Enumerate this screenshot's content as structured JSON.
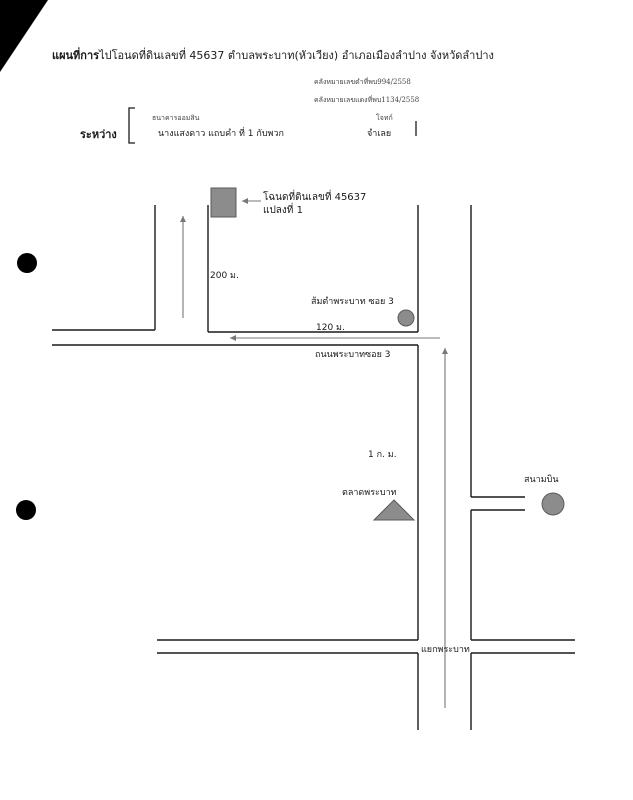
{
  "title": {
    "prefix": "แผนที่การ",
    "rest": "ไปโอนดที่ดินเลขที่ 45637  ตำบลพระบาท(หัวเวียง) อำเภอเมืองลำปาง  จังหวัดลำปาง"
  },
  "ref_numbers": {
    "line1": "คลังหมายเลขดำที่พบ994/2558",
    "line2": "คลังหมายเลขแดงที่พบ1134/2558"
  },
  "parties": {
    "between_label": "ระหว่าง",
    "bank_label": "ธนาคารออมสิน",
    "plaintiff_label": "โจทก์",
    "defendant": "นางแสงดาว  แถบคำ  ที่ 1 กับพวก",
    "defendant_label": "จำเลย"
  },
  "map": {
    "deed_label_1": "โฉนดที่ดินเลขที่ 45637",
    "deed_label_2": "แปลงที่ 1",
    "dist_200": "200 ม.",
    "soi_landmark": "ส้มตำพระบาท ซอย 3",
    "dist_120": "120 ม.",
    "road_soi3": "ถนนพระบาทซอย 3",
    "dist_1km": "1 ก. ม.",
    "market": "ตลาดพระบาท",
    "airport": "สนามบิน",
    "junction": "แยกพระบาท",
    "colors": {
      "marker_fill": "#8c8c8c",
      "marker_stroke": "#5a5a5a",
      "line": "#1a1a1a",
      "arrow": "#777777"
    }
  }
}
